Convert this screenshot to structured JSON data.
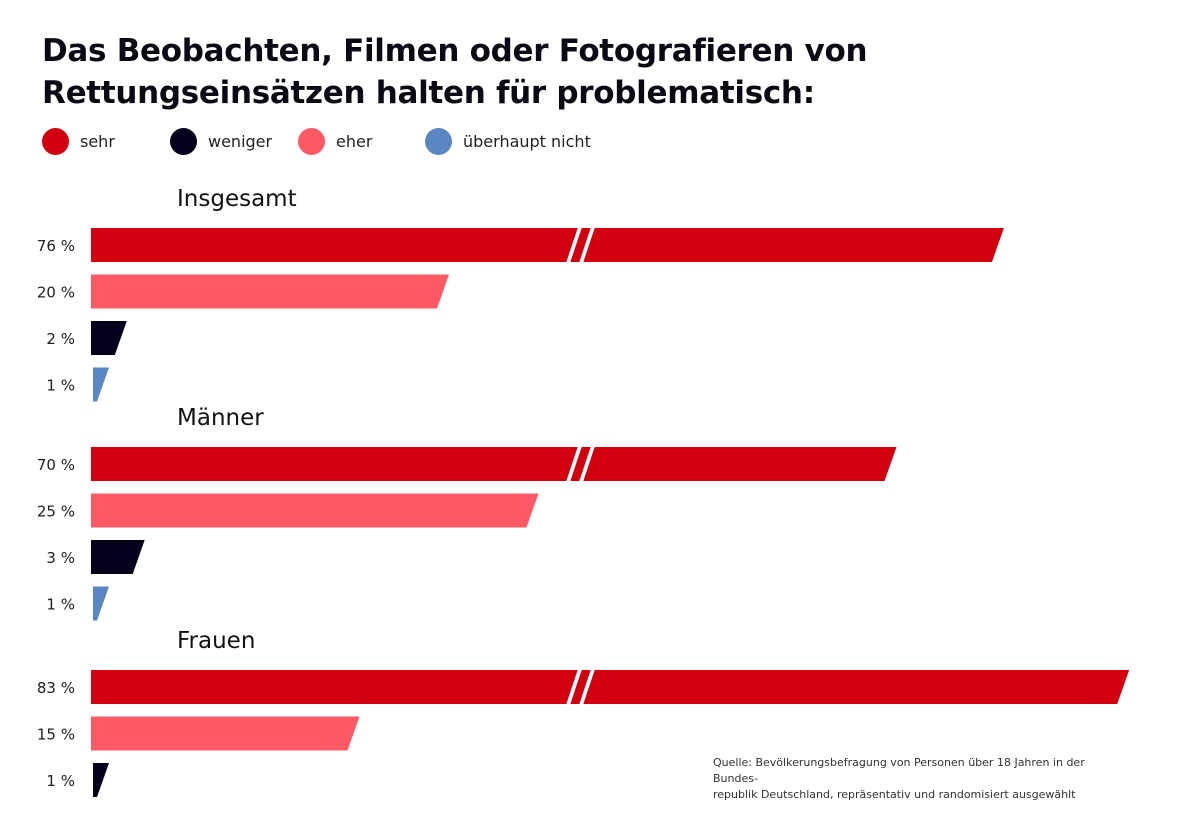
{
  "chart_data": {
    "type": "bar",
    "orientation": "horizontal",
    "title": "Das Beobachten, Filmen oder Fotografieren von Rettungseinsätzen halten für problematisch:",
    "unit": "%",
    "legend": [
      {
        "name": "sehr",
        "color": "#d2000e"
      },
      {
        "name": "weniger",
        "color": "#02001a"
      },
      {
        "name": "eher",
        "color": "#ff5a66"
      },
      {
        "name": "überhaupt nicht",
        "color": "#5b86c4"
      }
    ],
    "groups": [
      {
        "name": "Insgesamt",
        "bars": [
          {
            "series": "sehr",
            "value": 76,
            "label": "76 %",
            "broken": true
          },
          {
            "series": "eher",
            "value": 20,
            "label": "20 %"
          },
          {
            "series": "weniger",
            "value": 2,
            "label": "2 %"
          },
          {
            "series": "überhaupt nicht",
            "value": 1,
            "label": "1 %"
          }
        ]
      },
      {
        "name": "Männer",
        "bars": [
          {
            "series": "sehr",
            "value": 70,
            "label": "70 %",
            "broken": true
          },
          {
            "series": "eher",
            "value": 25,
            "label": "25 %"
          },
          {
            "series": "weniger",
            "value": 3,
            "label": "3 %"
          },
          {
            "series": "überhaupt nicht",
            "value": 1,
            "label": "1 %"
          }
        ]
      },
      {
        "name": "Frauen",
        "bars": [
          {
            "series": "sehr",
            "value": 83,
            "label": "83 %",
            "broken": true
          },
          {
            "series": "eher",
            "value": 15,
            "label": "15 %"
          },
          {
            "series": "weniger",
            "value": 1,
            "label": "1 %"
          }
        ]
      }
    ],
    "source": "Quelle: Bevölkerungsbefragung von Personen über 18 Jahren in der Bundes-republik Deutschland, repräsentativ und randomisiert ausgewählt"
  },
  "source_lines": [
    "Quelle: Bevölkerungsbefragung von Personen über 18 Jahren in der Bundes-",
    "republik Deutschland, repräsentativ und randomisiert ausgewählt"
  ]
}
